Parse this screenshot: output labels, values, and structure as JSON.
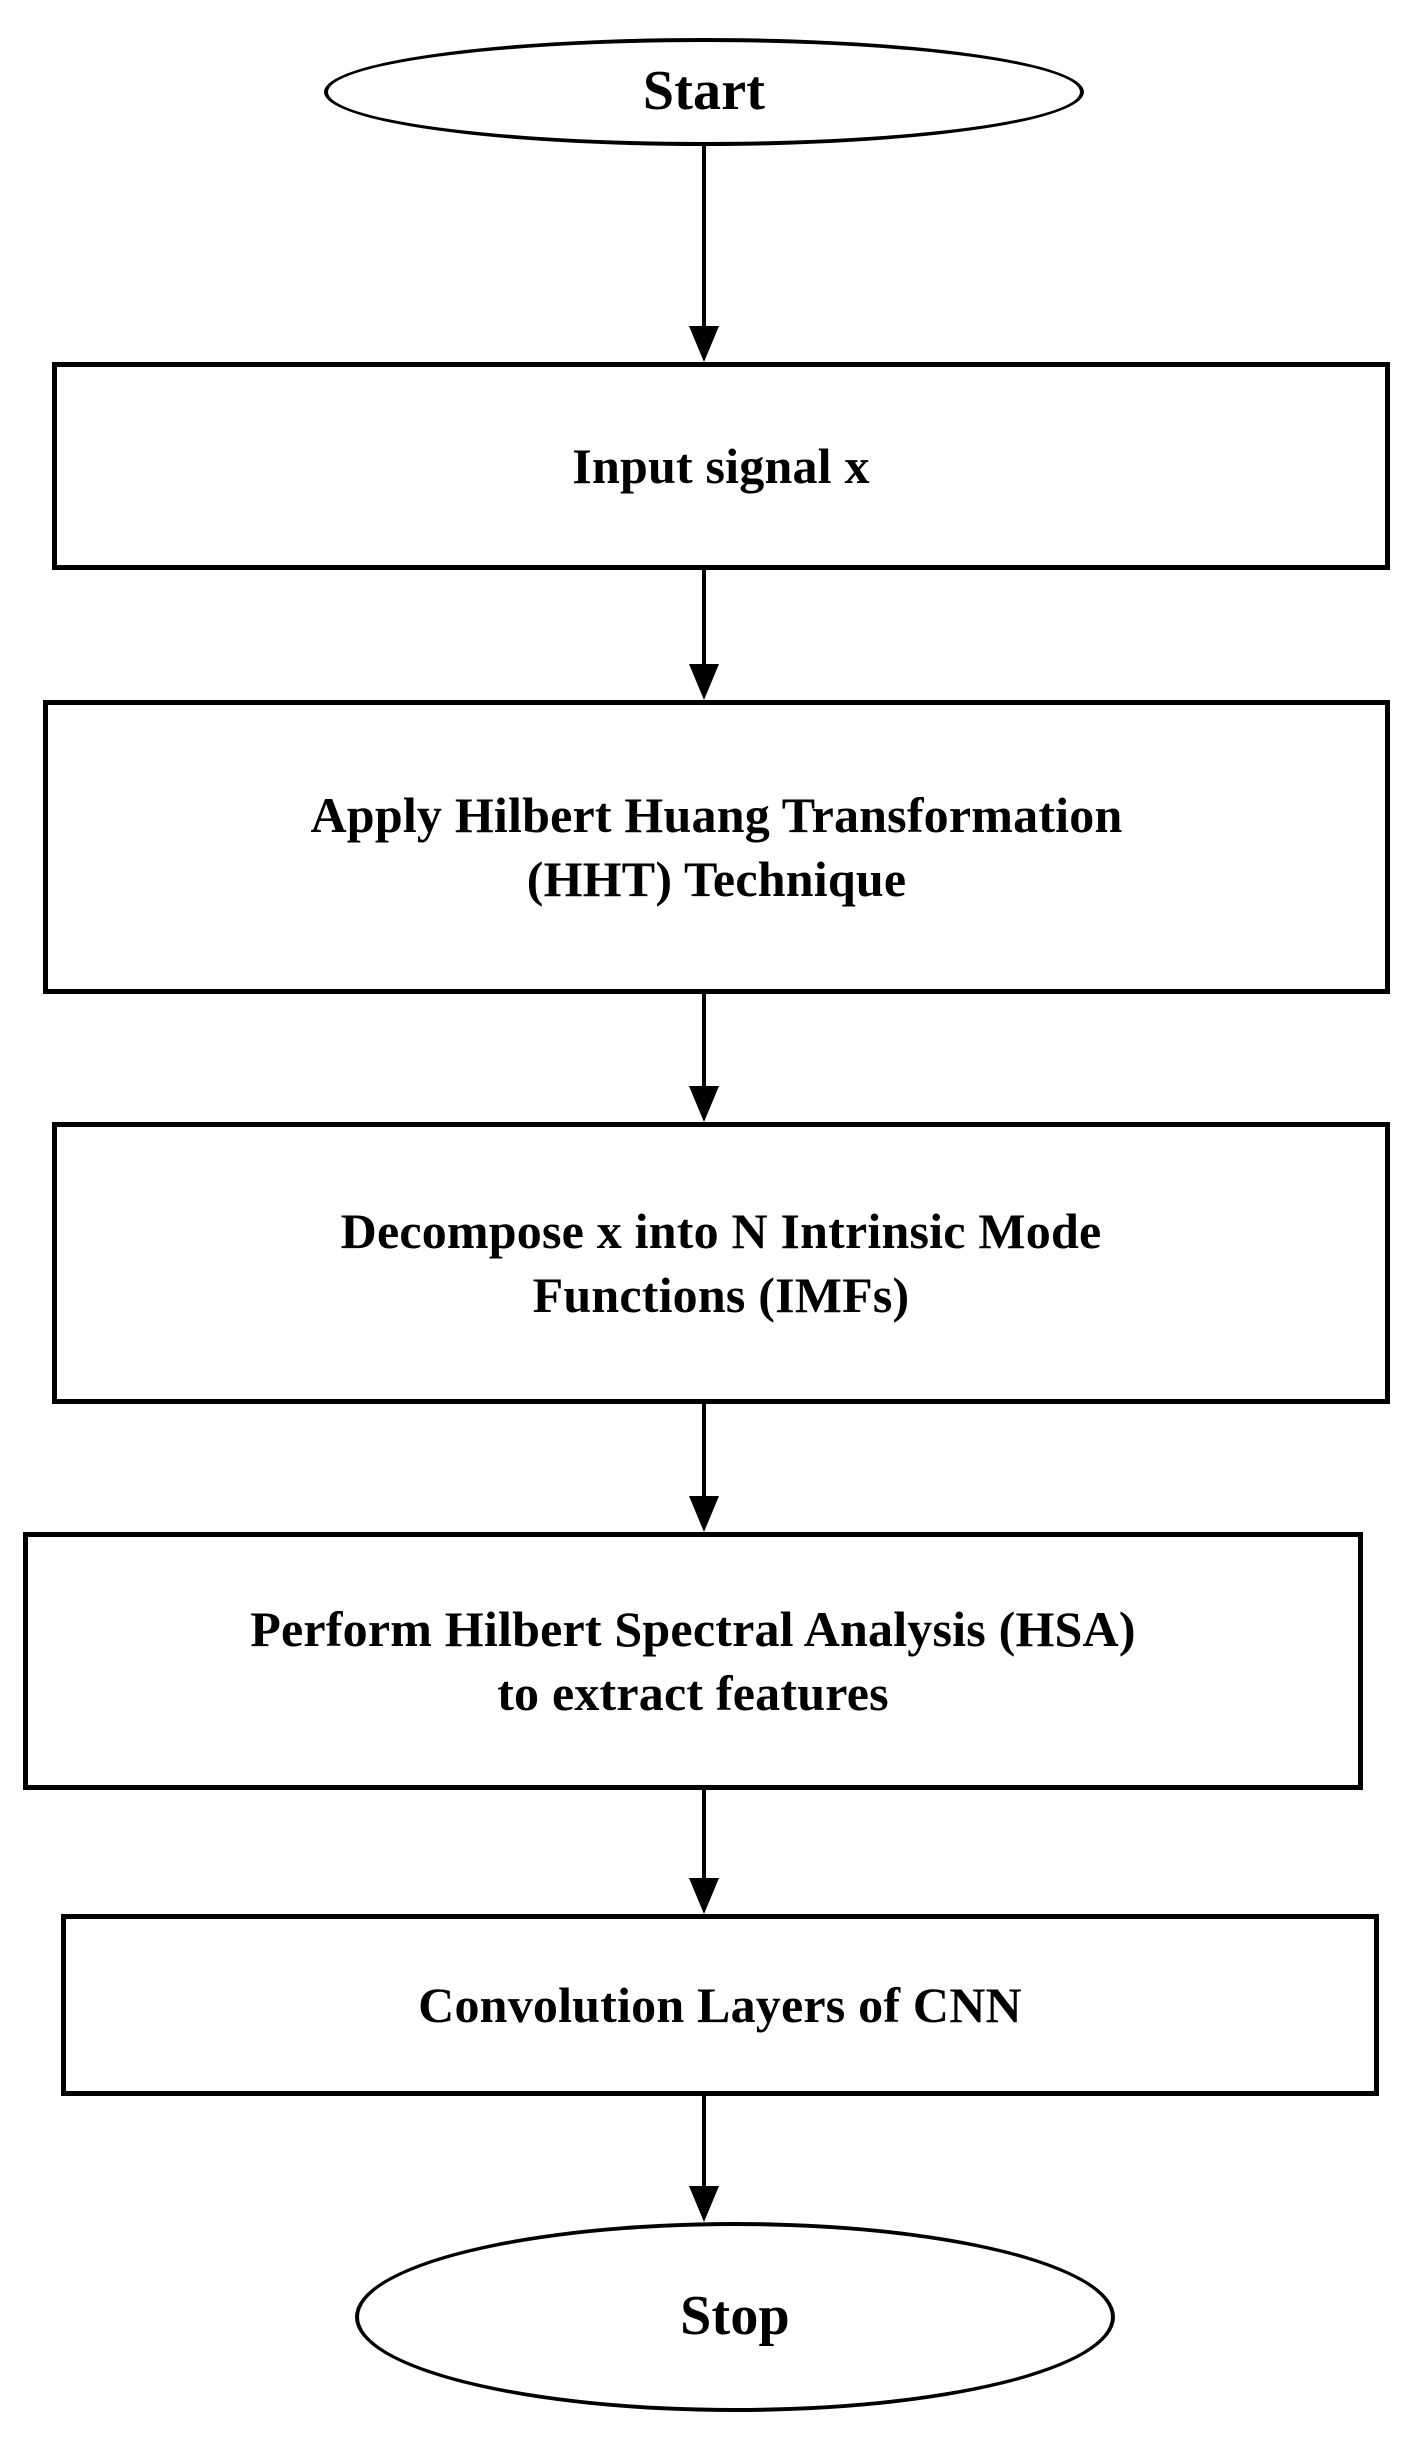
{
  "diagram": {
    "title": "HHT-CNN signal processing flowchart",
    "orientation": "vertical top-to-bottom",
    "stroke_color": "#000000",
    "fill_color": "#ffffff",
    "text_color": "#000000",
    "nodes": [
      {
        "id": "start",
        "shape": "ellipse",
        "label": "Start"
      },
      {
        "id": "input",
        "shape": "rectangle",
        "label": "Input signal x"
      },
      {
        "id": "hht",
        "shape": "rectangle",
        "label": "Apply Hilbert Huang Transformation\n(HHT) Technique"
      },
      {
        "id": "imf",
        "shape": "rectangle",
        "label": "Decompose x into N Intrinsic Mode\nFunctions (IMFs)"
      },
      {
        "id": "hsa",
        "shape": "rectangle",
        "label": "Perform Hilbert Spectral Analysis (HSA)\nto extract features"
      },
      {
        "id": "cnn",
        "shape": "rectangle",
        "label": "Convolution Layers of CNN"
      },
      {
        "id": "stop",
        "shape": "ellipse",
        "label": "Stop"
      }
    ],
    "edges": [
      {
        "id": "e1",
        "from": "start",
        "to": "input",
        "arrow": "down-arrow"
      },
      {
        "id": "e2",
        "from": "input",
        "to": "hht",
        "arrow": "down-arrow"
      },
      {
        "id": "e3",
        "from": "hht",
        "to": "imf",
        "arrow": "down-arrow"
      },
      {
        "id": "e4",
        "from": "imf",
        "to": "hsa",
        "arrow": "down-arrow"
      },
      {
        "id": "e5",
        "from": "hsa",
        "to": "cnn",
        "arrow": "down-arrow"
      },
      {
        "id": "e6",
        "from": "cnn",
        "to": "stop",
        "arrow": "down-arrow"
      }
    ]
  }
}
